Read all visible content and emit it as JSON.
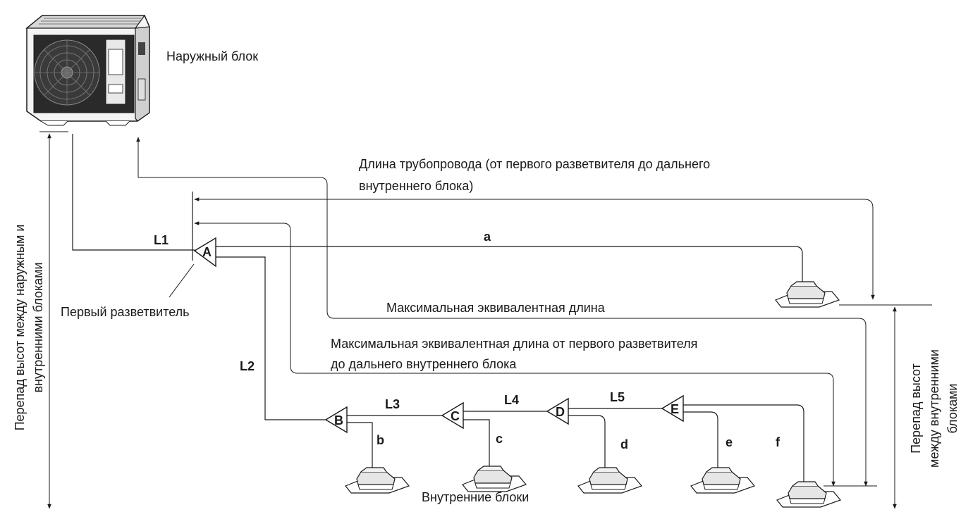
{
  "labels": {
    "outdoor_unit": "Наружный блок",
    "pipe_length_line1": "Длина трубопровода (от первого разветвителя до дальнего",
    "pipe_length_line2": "внутреннего блока)",
    "max_equiv_length": "Максимальная эквивалентная длина",
    "max_equiv_from_first_line1": "Максимальная эквивалентная длина от первого разветвителя",
    "max_equiv_from_first_line2": "до дальнего внутреннего блока",
    "first_branch": "Первый разветвитель",
    "indoor_units": "Внутренние блоки",
    "height_diff_outdoor_line1": "Перепад высот между наружным и",
    "height_diff_outdoor_line2": "внутренними блоками",
    "height_diff_indoor_line1": "Перепад высот",
    "height_diff_indoor_line2": "между внутренними",
    "height_diff_indoor_line3": "блоками"
  },
  "pipes": {
    "L1": "L1",
    "L2": "L2",
    "L3": "L3",
    "L4": "L4",
    "L5": "L5",
    "a": "a",
    "b": "b",
    "c": "c",
    "d": "d",
    "e": "e",
    "f": "f"
  },
  "branches": [
    "A",
    "B",
    "C",
    "D",
    "E"
  ]
}
